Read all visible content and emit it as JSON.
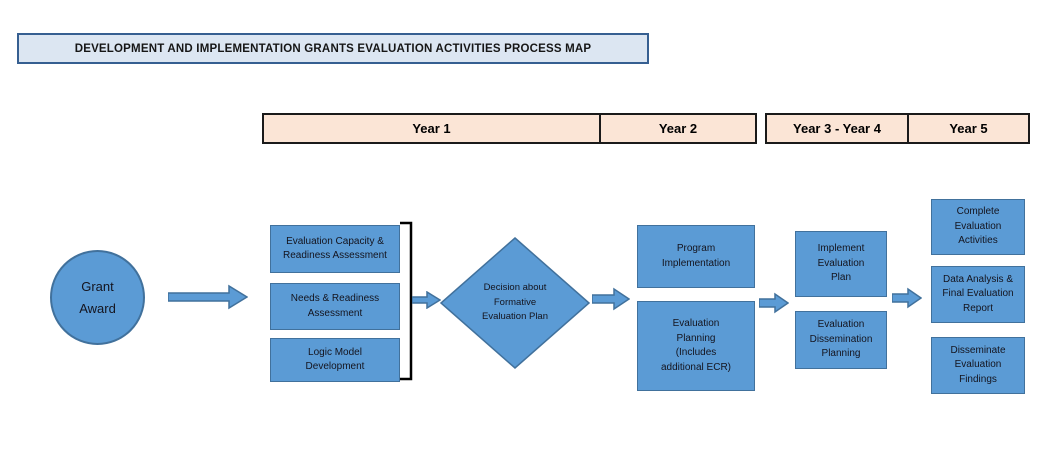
{
  "title": "DEVELOPMENT AND IMPLEMENTATION GRANTS EVALUATION ACTIVITIES PROCESS MAP",
  "timeline": {
    "year1": "Year 1",
    "year2": "Year 2",
    "year3_4": "Year 3 - Year 4",
    "year5": "Year 5"
  },
  "flow": {
    "start": "Grant Award",
    "year1_boxes": [
      {
        "label": "Evaluation Capacity & Readiness Assessment"
      },
      {
        "label": "Needs & Readiness Assessment"
      },
      {
        "label": "Logic Model Development"
      }
    ],
    "decision": "Decision about Formative Evaluation Plan",
    "year2_boxes": [
      {
        "label": "Program Implementation"
      },
      {
        "label": "Evaluation Planning (Includes additional ECR)"
      }
    ],
    "year3_4_boxes": [
      {
        "label": "Implement Evaluation Plan"
      },
      {
        "label": "Evaluation Dissemination Planning"
      }
    ],
    "year5_boxes": [
      {
        "label": "Complete Evaluation Activities"
      },
      {
        "label": "Data Analysis & Final Evaluation Report"
      },
      {
        "label": "Disseminate Evaluation Findings"
      }
    ]
  },
  "colors": {
    "shape_fill": "#5b9bd5",
    "shape_border": "#41719c",
    "title_fill": "#dce6f2",
    "title_border": "#365f91",
    "timeline_fill": "#fbe5d6",
    "timeline_border": "#1a1a1a",
    "text": "#14141e"
  }
}
